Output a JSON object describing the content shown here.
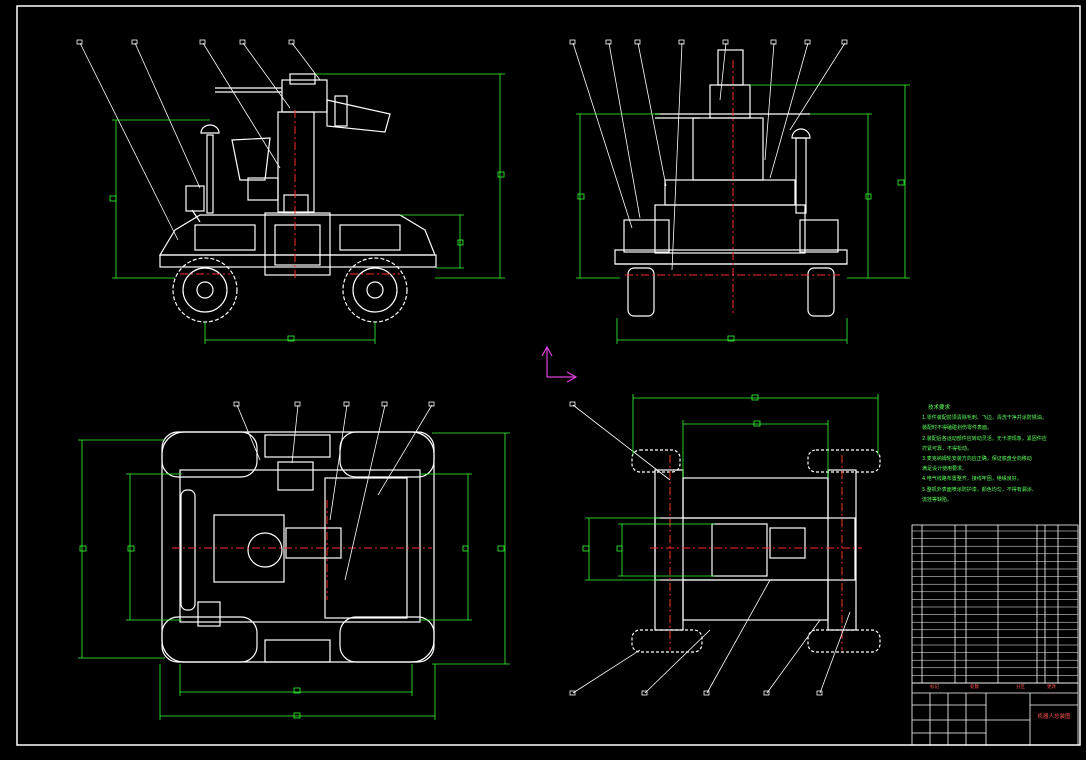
{
  "drawing": {
    "background": "#000000",
    "line_color": "#ffffff",
    "dimension_color": "#33ff33",
    "centerline_color": "#ff2a2a",
    "ucs_color": "#e040e0"
  },
  "notes": {
    "title": "技术要求",
    "lines": [
      "1.零件装配前须清除毛刺、飞边，清洗干净并涂防锈油，",
      "装配时不得磕碰划伤零件表面。",
      "2.装配后各运动部件应转动灵活，无卡滞现象，紧固件应",
      "拧紧可靠，不得松动。",
      "3.麦克纳姆轮安装方向应正确，保证底盘全向移动",
      "满足设计使用要求。",
      "4.电气线路布置整齐，接线牢固，绝缘良好。",
      "5.整机外表面喷涂防护漆，颜色均匀，不得有漏涂、",
      "流挂等缺陷。"
    ]
  },
  "title_block": {
    "drawing_name": "机器人总装图",
    "row_labels": [
      "标记",
      "处数",
      "分区",
      "更改"
    ]
  }
}
